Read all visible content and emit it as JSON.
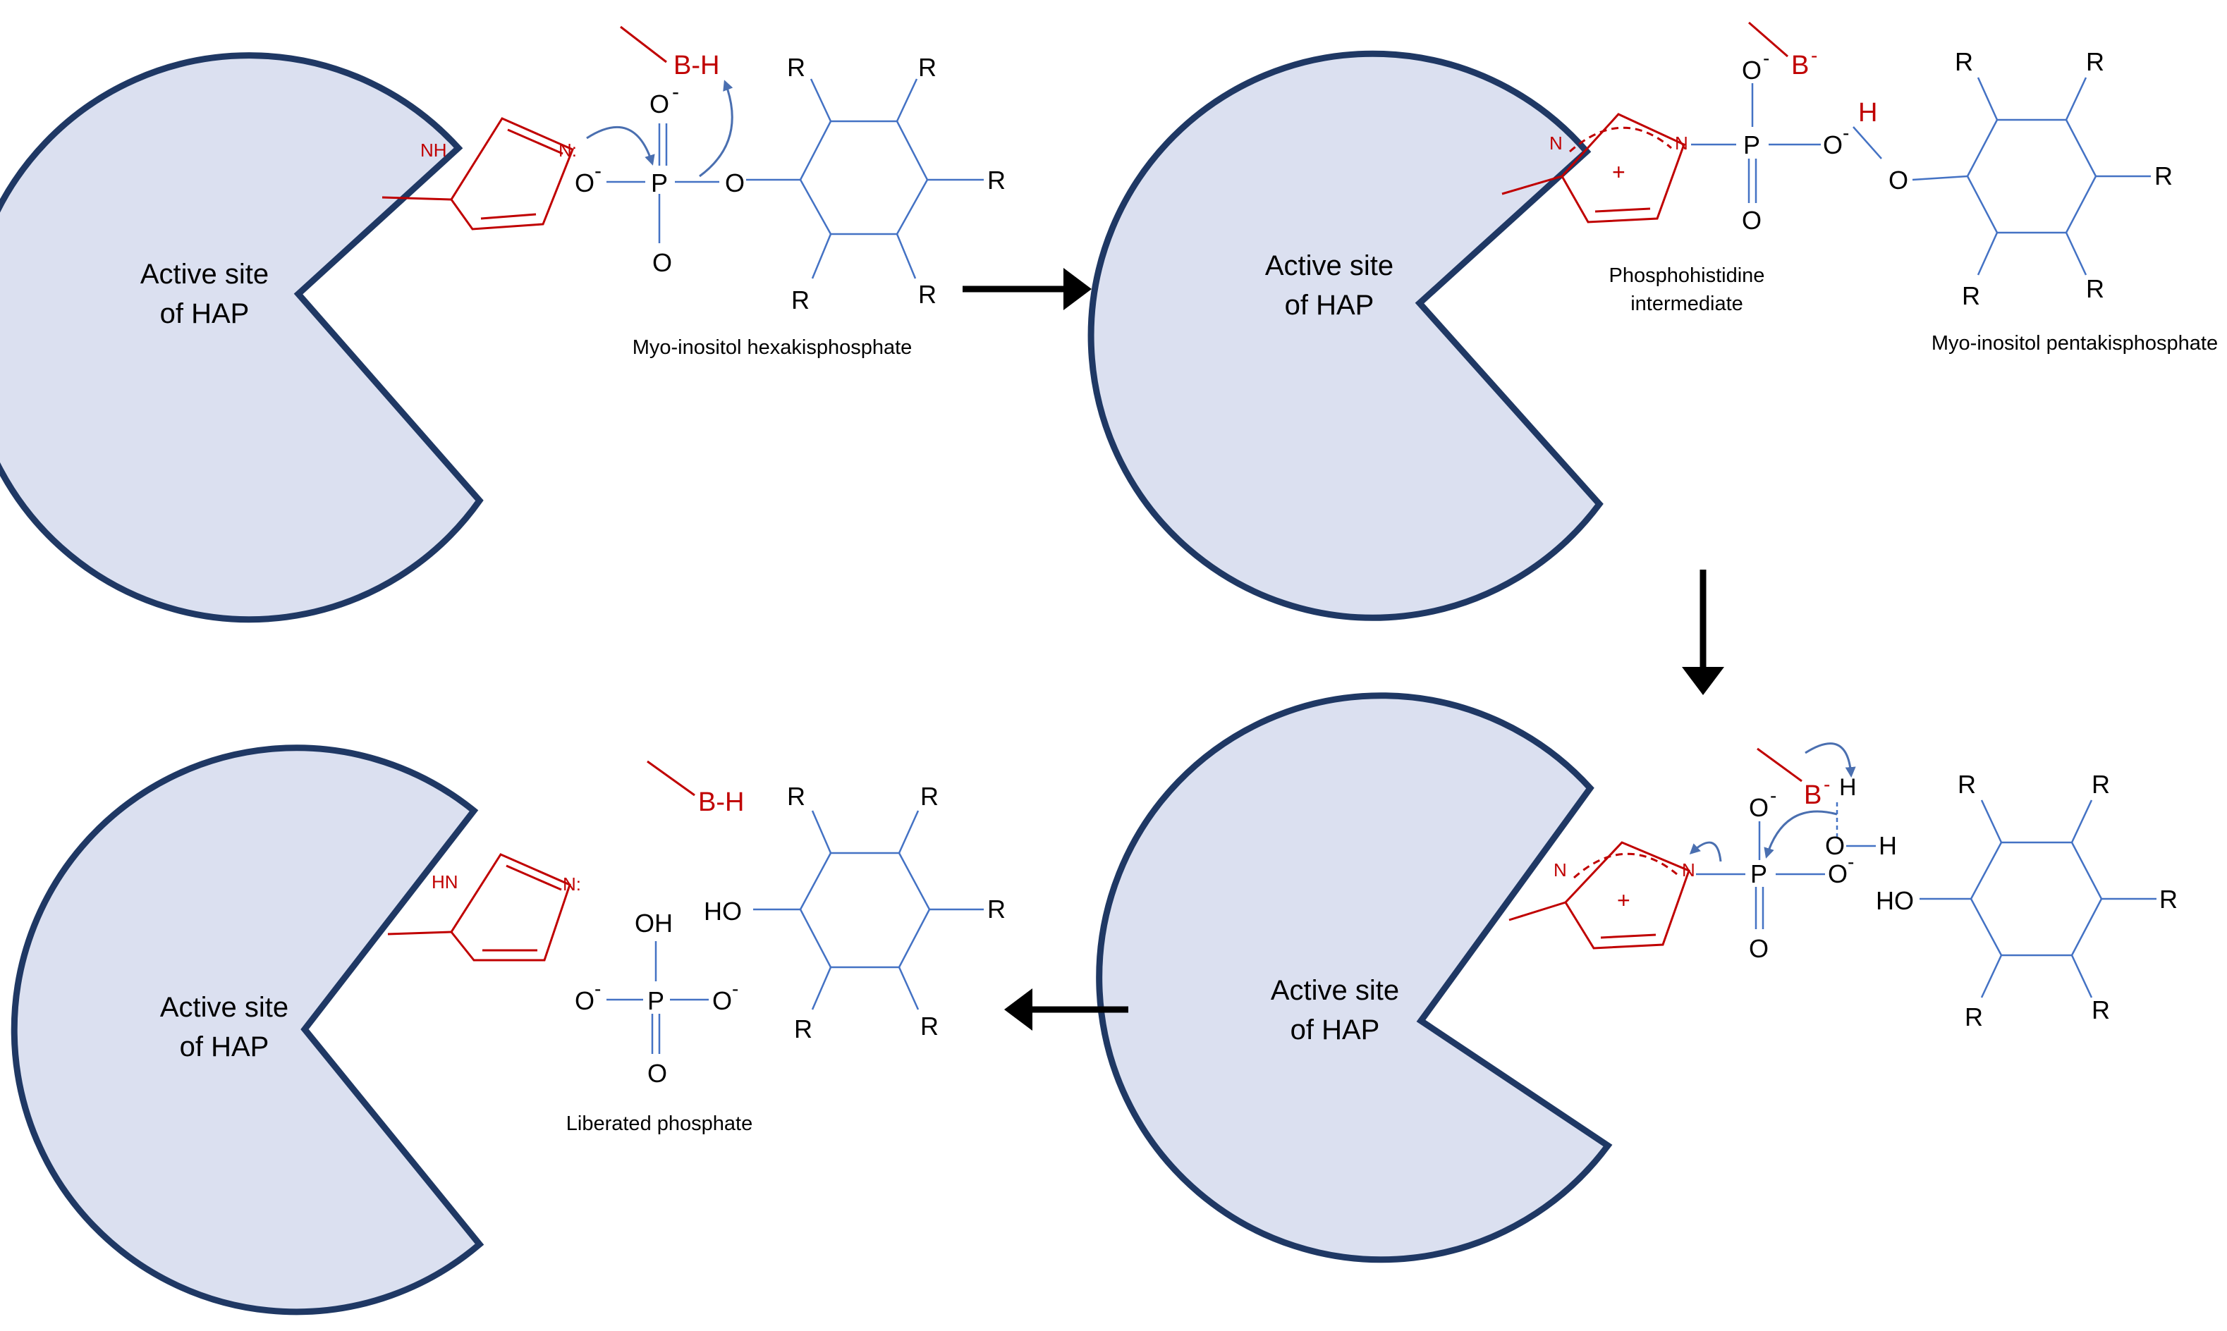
{
  "colors": {
    "enzyme_fill": "#dbe0f0",
    "enzyme_stroke": "#1f3864",
    "histidine": "#c00000",
    "ring": "#4472c4",
    "arrow_curved": "#4a6fb0",
    "arrow_flow": "#000000",
    "text": "#000000"
  },
  "panels": {
    "p1": {
      "enzyme_label_line1": "Active site",
      "enzyme_label_line2": "of HAP",
      "nh": "NH",
      "n": "N:",
      "base": "B-H",
      "o_top": "O",
      "o_top_charge": "-",
      "o_left": "O",
      "o_left_charge": "-",
      "p": "P",
      "o_bottom": "O",
      "o_bridge": "O",
      "r_labels": [
        "R",
        "R",
        "R",
        "R",
        "R"
      ],
      "caption": "Myo-inositol hexakisphosphate"
    },
    "p2": {
      "enzyme_label_line1": "Active site",
      "enzyme_label_line2": "of HAP",
      "n_left": "N",
      "n_right": "N",
      "plus": "+",
      "base": "B",
      "base_charge": "-",
      "o_top": "O",
      "o_top_charge": "-",
      "p": "P",
      "o_bottom": "O",
      "o_right": "O",
      "o_right_charge": "-",
      "h": "H",
      "o_inositol": "O",
      "r_labels": [
        "R",
        "R",
        "R",
        "R",
        "R"
      ],
      "caption_intermediate_line1": "Phosphohistidine",
      "caption_intermediate_line2": "intermediate",
      "caption_product": "Myo-inositol pentakisphosphate"
    },
    "p3": {
      "enzyme_label_line1": "Active site",
      "enzyme_label_line2": "of HAP",
      "n_left": "N",
      "n_right": "N",
      "plus": "+",
      "base": "B",
      "base_charge": "-",
      "base_h": "H",
      "o_top": "O",
      "o_top_charge": "-",
      "p": "P",
      "o_bottom": "O",
      "o_right": "O",
      "o_right_charge": "-",
      "water_o": "O",
      "water_h": "H",
      "ho": "HO",
      "r_labels": [
        "R",
        "R",
        "R",
        "R",
        "R"
      ]
    },
    "p4": {
      "enzyme_label_line1": "Active site",
      "enzyme_label_line2": "of HAP",
      "hn": "HN",
      "n": "N:",
      "base": "B-H",
      "oh": "OH",
      "o_left": "O",
      "o_left_charge": "-",
      "o_right": "O",
      "o_right_charge": "-",
      "p": "P",
      "o_bottom": "O",
      "ho": "HO",
      "r_labels": [
        "R",
        "R",
        "R",
        "R",
        "R"
      ],
      "caption": "Liberated phosphate"
    }
  }
}
